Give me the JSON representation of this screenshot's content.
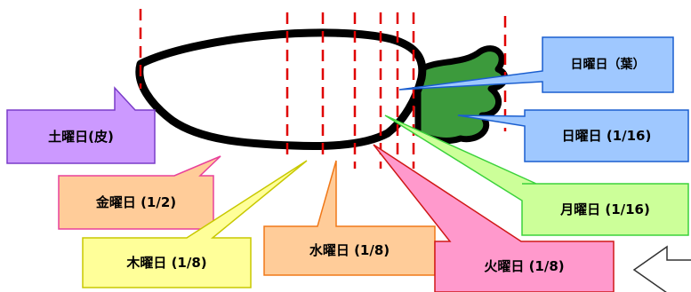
{
  "labels": {
    "sunday_leaf": "日曜日（葉）",
    "saturday_skin": "土曜日(皮)",
    "sunday_part": "日曜日 (1/16)",
    "friday": "金曜日 (1/2)",
    "monday": "月曜日 (1/16)",
    "wednesday": "水曜日 (1/8)",
    "thursday": "木曜日 (1/8)",
    "tuesday": "火曜日 (1/8)"
  },
  "colors": {
    "leaf_callout": "#9fc8ff",
    "skin_callout": "#cc99ff",
    "friday_callout": "#ffcc99",
    "monday_callout": "#ccff99",
    "wednesday_callout": "#ffcc99",
    "thursday_callout": "#ffff99",
    "tuesday_callout": "#ff99cc",
    "cut_line": "#e00000",
    "leaves": "#3c9a3c"
  }
}
